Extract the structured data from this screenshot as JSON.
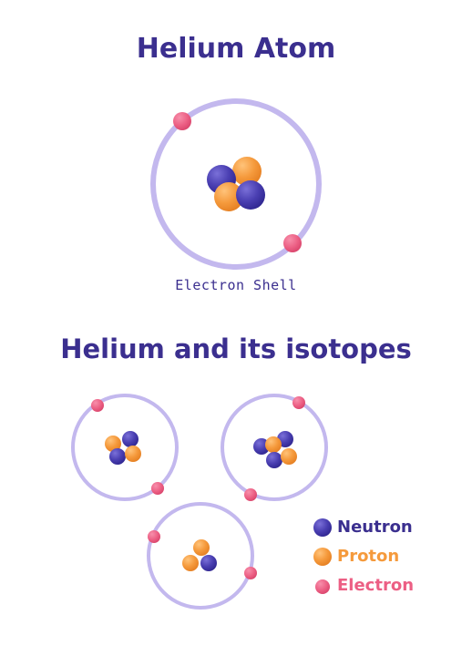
{
  "title": "Helium Atom",
  "shell_label": "Electron Shell",
  "subtitle": "Helium and its isotopes",
  "legend": {
    "neutron": "Neutron",
    "proton": "Proton",
    "electron": "Electron"
  },
  "colors": {
    "title": "#3b2f8f",
    "shell": "#c3b8ee",
    "neutron": "#4a3fb2",
    "proton": "#f59a3c",
    "electron": "#ec5f84"
  }
}
